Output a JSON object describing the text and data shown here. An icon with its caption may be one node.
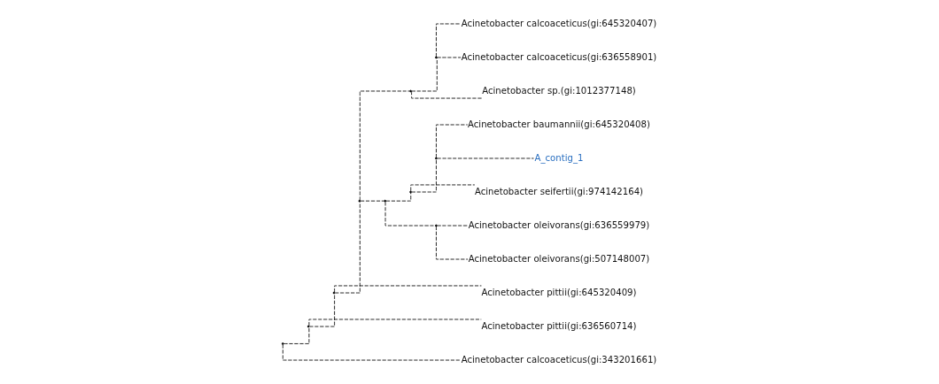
{
  "diagram": {
    "nodes": [
      {
        "text": [],
        "shape": "point"
      },
      {
        "text": [],
        "shape": "point"
      },
      {
        "text": [],
        "shape": "point"
      },
      {
        "text": [],
        "shape": "point"
      },
      {
        "text": [],
        "shape": "point"
      },
      {
        "text": [],
        "shape": "point"
      },
      {
        "text": [
          "Acinetobacter calcoaceticus(gi:645320407)"
        ]
      },
      {
        "text": [
          "Acinetobacter calcoaceticus(gi:636558901)"
        ]
      },
      {
        "text": [
          "Acinetobacter sp.(gi:1012377148)"
        ]
      },
      {
        "text": [],
        "shape": "point"
      },
      {
        "text": [],
        "shape": "point"
      },
      {
        "text": [],
        "shape": "point"
      },
      {
        "text": [
          "Acinetobacter baumannii(gi:645320408)"
        ]
      },
      {
        "text": [
          "A_contig_1"
        ]
      },
      {
        "text": [
          "Acinetobacter seifertii(gi:974142164)"
        ]
      },
      {
        "text": [],
        "shape": "point"
      },
      {
        "text": [
          "Acinetobacter oleivorans(gi:636559979)"
        ]
      },
      {
        "text": [
          "Acinetobacter oleivorans(gi:507148007)"
        ]
      },
      {
        "text": [
          "Acinetobacter pittii(gi:645320409)"
        ]
      },
      {
        "text": [
          "Acinetobacter pittii(gi:636560714)"
        ]
      },
      {
        "text": [
          "Acinetobacter calcoaceticus(gi:343201661)"
        ]
      }
    ],
    "edges": [
      {
        "from": 0,
        "to": 1,
        "arrow": "none",
        "style": "dashed"
      },
      {
        "from": 1,
        "to": 2,
        "arrow": "none",
        "style": "dashed"
      },
      {
        "from": 2,
        "to": 3,
        "arrow": "none",
        "style": "dashed"
      },
      {
        "from": 3,
        "to": 4,
        "arrow": "none",
        "style": "dashed"
      },
      {
        "from": 4,
        "to": 5,
        "arrow": "none",
        "style": "dashed"
      },
      {
        "from": 5,
        "to": 6,
        "arrow": "none",
        "style": "dashed"
      },
      {
        "from": 5,
        "to": 7,
        "arrow": "none",
        "style": "dashed"
      },
      {
        "from": 4,
        "to": 8,
        "arrow": "none",
        "style": "dashed"
      },
      {
        "from": 3,
        "to": 9,
        "arrow": "none",
        "style": "dashed"
      },
      {
        "from": 9,
        "to": 10,
        "arrow": "none",
        "style": "dashed"
      },
      {
        "from": 10,
        "to": 11,
        "arrow": "none",
        "style": "dashed"
      },
      {
        "from": 11,
        "to": 12,
        "arrow": "none",
        "style": "dashed"
      },
      {
        "from": 11,
        "to": 13,
        "arrow": "none",
        "style": "dashed"
      },
      {
        "from": 10,
        "to": 14,
        "arrow": "none",
        "style": "dashed"
      },
      {
        "from": 9,
        "to": 15,
        "arrow": "none",
        "style": "dashed"
      },
      {
        "from": 15,
        "to": 16,
        "arrow": "none",
        "style": "dashed"
      },
      {
        "from": 15,
        "to": 17,
        "arrow": "none",
        "style": "dashed"
      },
      {
        "from": 2,
        "to": 18,
        "arrow": "none",
        "style": "dashed"
      },
      {
        "from": 1,
        "to": 19,
        "arrow": "none",
        "style": "dashed"
      },
      {
        "from": 0,
        "to": 20,
        "arrow": "none",
        "style": "dashed"
      }
    ]
  }
}
